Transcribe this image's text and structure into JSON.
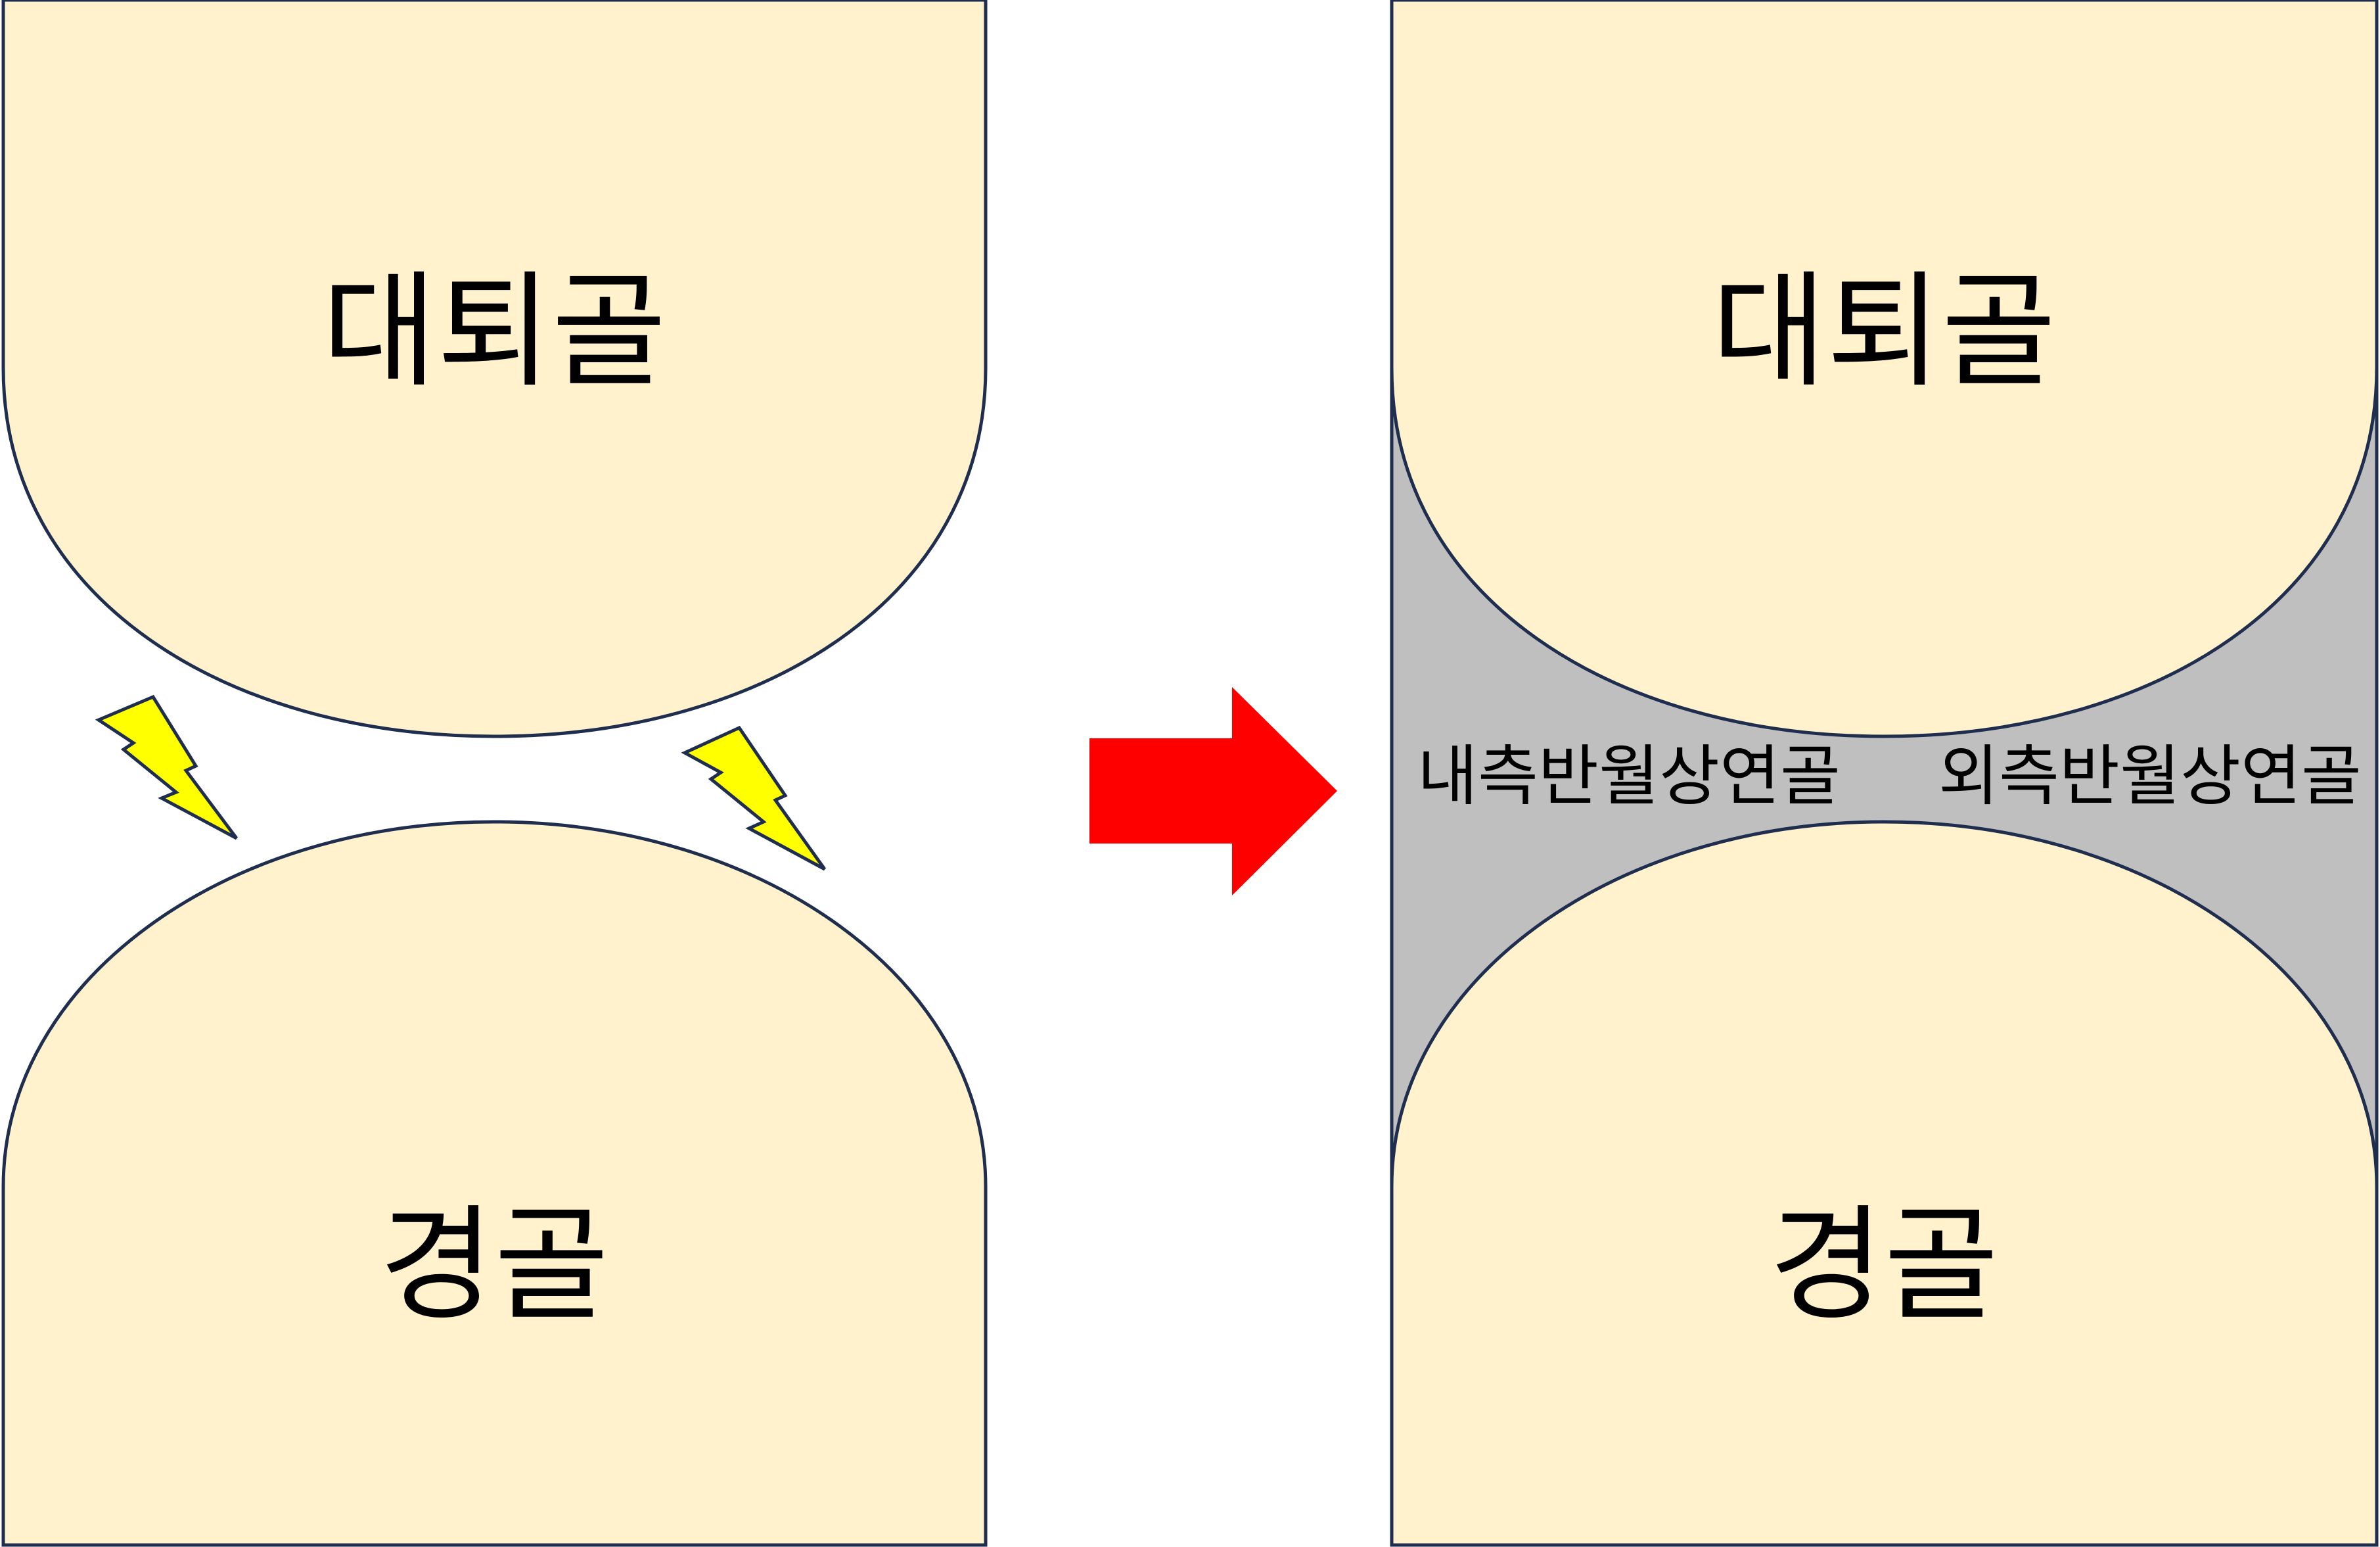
{
  "labels": {
    "femur": "대퇴골",
    "tibia": "경골",
    "medial_meniscus": "내측반월상연골",
    "lateral_meniscus": "외측반월상연골"
  },
  "icons": {
    "pain": "lightning-bolt-icon",
    "transition": "right-arrow-icon"
  },
  "colors": {
    "bone_fill": "#FFF2CC",
    "outline": "#1F2D4E",
    "meniscus_fill": "#BFBFBF",
    "bolt_fill": "#FFFF00",
    "arrow_fill": "#FF0000"
  }
}
